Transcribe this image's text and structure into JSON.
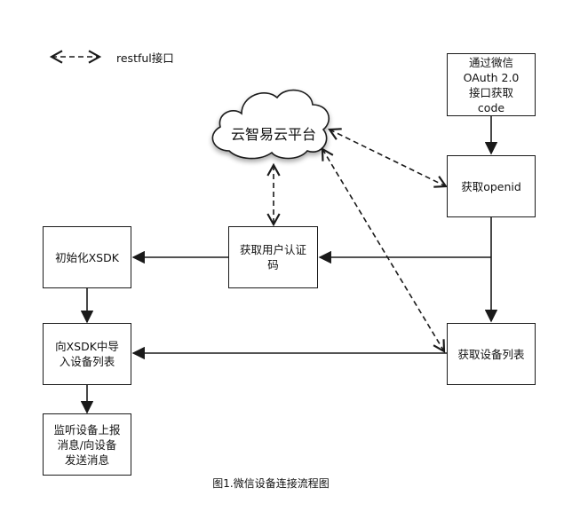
{
  "legend": {
    "label": "restful接口"
  },
  "cloud": {
    "label": "云智易云平台"
  },
  "boxes": {
    "oauth": "通过微信\nOAuth 2.0\n接口获取\ncode",
    "openid": "获取openid",
    "auth_code": "获取用户认证\n码",
    "init_xsdk": "初始化XSDK",
    "import_list": "向XSDK中导\n入设备列表",
    "get_devices": "获取设备列表",
    "listen": "监听设备上报\n消息/向设备\n发送消息"
  },
  "caption": "图1.微信设备连接流程图"
}
